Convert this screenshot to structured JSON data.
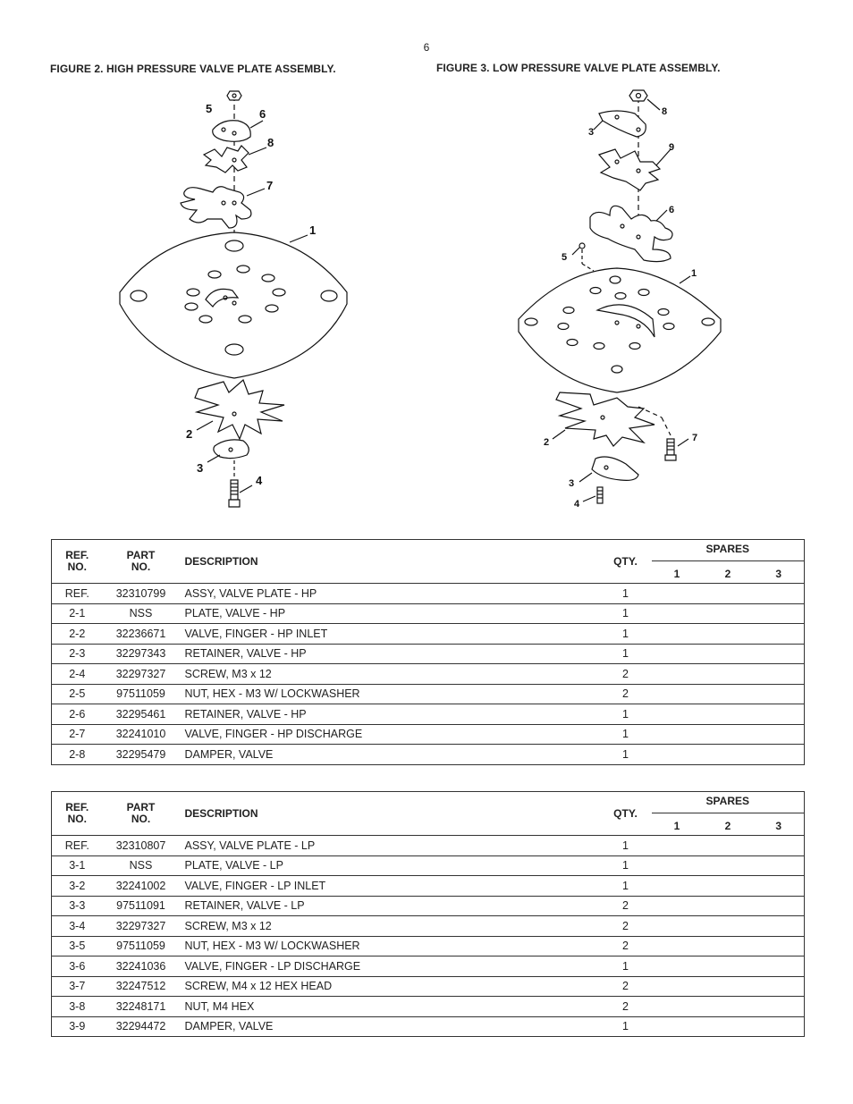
{
  "page": {
    "number": "6"
  },
  "figures": {
    "fig2": {
      "caption": "FIGURE 2. HIGH PRESSURE VALVE  PLATE ASSEMBLY.",
      "callouts": [
        "5",
        "6",
        "8",
        "7",
        "1",
        "2",
        "3",
        "4"
      ]
    },
    "fig3": {
      "caption": "FIGURE 3. LOW PRESSURE VALVE PLATE ASSEMBLY.",
      "callouts": [
        "8",
        "3",
        "9",
        "6",
        "5",
        "1",
        "7",
        "2",
        "3",
        "4"
      ]
    }
  },
  "table_headers": {
    "ref_line1": "REF.",
    "ref_line2": "NO.",
    "part_line1": "PART",
    "part_line2": "NO.",
    "description": "DESCRIPTION",
    "qty": "QTY.",
    "spares": "SPARES",
    "spare1": "1",
    "spare2": "2",
    "spare3": "3"
  },
  "hp_table": [
    {
      "ref": "REF.",
      "part": "32310799",
      "desc": "ASSY, VALVE PLATE - HP",
      "qty": "1"
    },
    {
      "ref": "2-1",
      "part": "NSS",
      "desc": "PLATE, VALVE - HP",
      "qty": "1"
    },
    {
      "ref": "2-2",
      "part": "32236671",
      "desc": "VALVE, FINGER - HP INLET",
      "qty": "1"
    },
    {
      "ref": "2-3",
      "part": "32297343",
      "desc": "RETAINER, VALVE - HP",
      "qty": "1"
    },
    {
      "ref": "2-4",
      "part": "32297327",
      "desc": "SCREW, M3 x 12",
      "qty": "2"
    },
    {
      "ref": "2-5",
      "part": "97511059",
      "desc": "NUT, HEX - M3 W/ LOCKWASHER",
      "qty": "2"
    },
    {
      "ref": "2-6",
      "part": "32295461",
      "desc": "RETAINER, VALVE - HP",
      "qty": "1"
    },
    {
      "ref": "2-7",
      "part": "32241010",
      "desc": "VALVE, FINGER - HP DISCHARGE",
      "qty": "1"
    },
    {
      "ref": "2-8",
      "part": "32295479",
      "desc": "DAMPER, VALVE",
      "qty": "1"
    }
  ],
  "lp_table": [
    {
      "ref": "REF.",
      "part": "32310807",
      "desc": "ASSY, VALVE PLATE - LP",
      "qty": "1"
    },
    {
      "ref": "3-1",
      "part": "NSS",
      "desc": "PLATE, VALVE - LP",
      "qty": "1"
    },
    {
      "ref": "3-2",
      "part": "32241002",
      "desc": "VALVE, FINGER - LP INLET",
      "qty": "1"
    },
    {
      "ref": "3-3",
      "part": "97511091",
      "desc": "RETAINER, VALVE - LP",
      "qty": "2"
    },
    {
      "ref": "3-4",
      "part": "32297327",
      "desc": "SCREW, M3 x 12",
      "qty": "2"
    },
    {
      "ref": "3-5",
      "part": "97511059",
      "desc": "NUT, HEX - M3 W/ LOCKWASHER",
      "qty": "2"
    },
    {
      "ref": "3-6",
      "part": "32241036",
      "desc": "VALVE, FINGER - LP DISCHARGE",
      "qty": "1"
    },
    {
      "ref": "3-7",
      "part": "32247512",
      "desc": "SCREW,  M4 x 12 HEX HEAD",
      "qty": "2"
    },
    {
      "ref": "3-8",
      "part": "32248171",
      "desc": "NUT, M4 HEX",
      "qty": "2"
    },
    {
      "ref": "3-9",
      "part": "32294472",
      "desc": "DAMPER, VALVE",
      "qty": "1"
    }
  ]
}
